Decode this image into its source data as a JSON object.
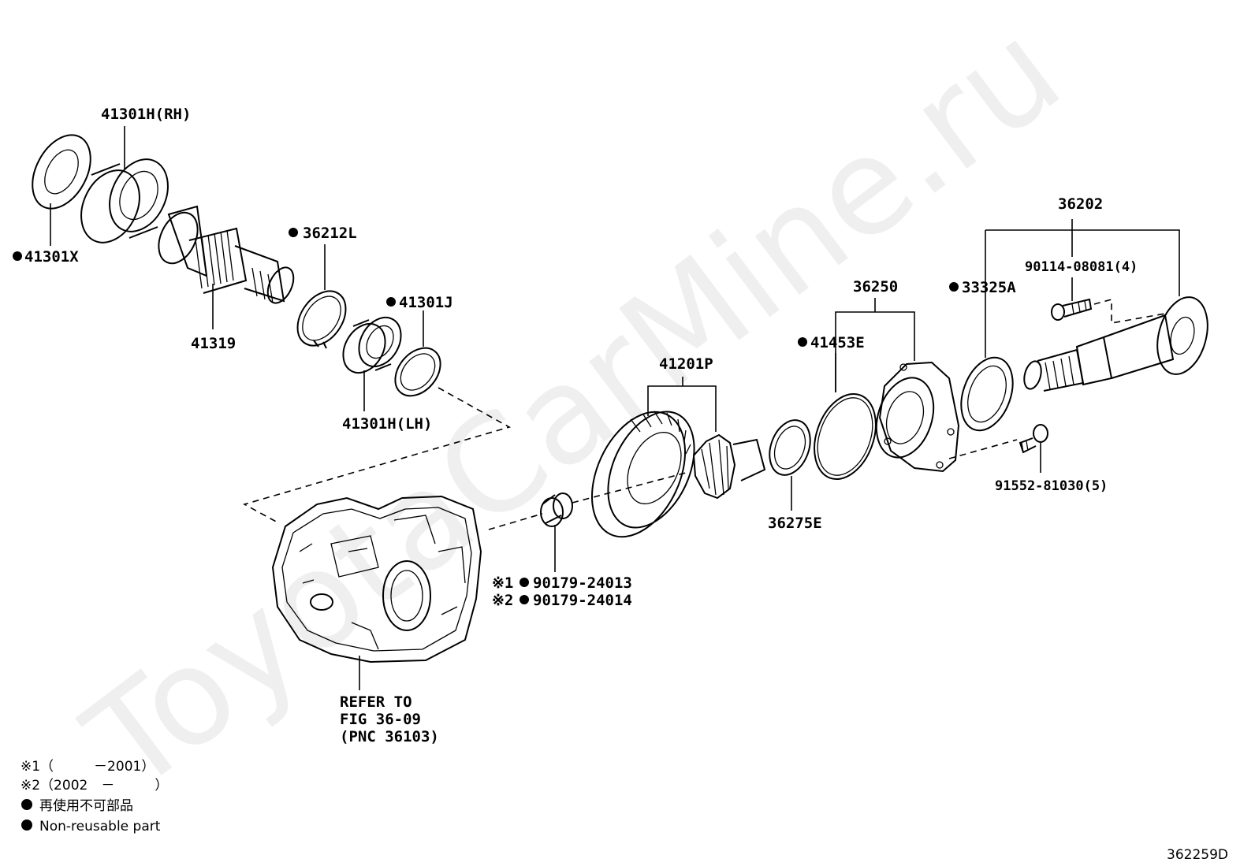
{
  "watermark": "ToyotaCarMine.ru",
  "figure_code": "362259D",
  "labels": {
    "p41301X": "41301X",
    "p41301H_RH": "41301H(RH)",
    "p41319": "41319",
    "p36212L": "36212L",
    "p41301J": "41301J",
    "p41301H_LH": "41301H(LH)",
    "p41201P": "41201P",
    "p36275E": "36275E",
    "p41453E": "41453E",
    "p36250": "36250",
    "p33325A": "33325A",
    "p36202": "36202",
    "p90114": "90114-08081(4)",
    "p91552": "91552-81030(5)",
    "p90179_1": "90179-24013",
    "p90179_2": "90179-24014",
    "mark1": "※1",
    "mark2": "※2",
    "refer1": "REFER TO",
    "refer2": "FIG 36-09",
    "refer3": "(PNC 36103)"
  },
  "legend": {
    "line1": "※1（　　　－2001）",
    "line2": "※2（2002　－　　　）",
    "line3": "再使用不可部品",
    "line4": "Non-reusable part"
  },
  "colors": {
    "ink": "#000000",
    "background": "#ffffff"
  }
}
